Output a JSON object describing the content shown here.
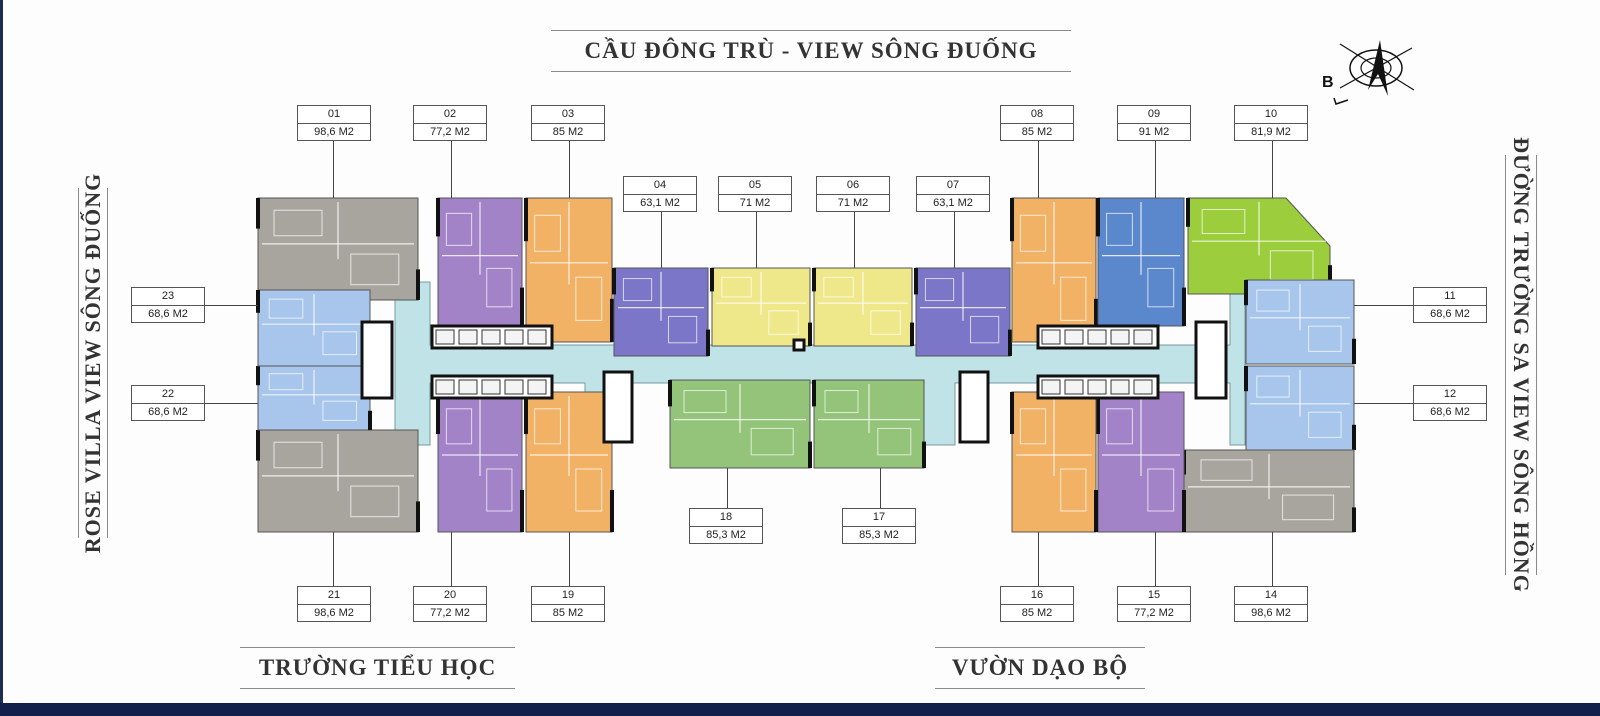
{
  "headings": {
    "top": "CẦU ĐÔNG TRÙ - VIEW SÔNG ĐUỐNG",
    "left": "ROSE VILLA VIEW SÔNG ĐUỐNG",
    "right": "ĐƯỜNG TRƯỜNG SA VIEW SÔNG HỒNG",
    "bottom_left": "TRƯỜNG TIỂU HỌC",
    "bottom_right": "VƯỜN DẠO BỘ"
  },
  "compass": {
    "letter": "B"
  },
  "units": [
    {
      "number": "01",
      "area": "98,6 M2",
      "color": "#a7a59d"
    },
    {
      "number": "02",
      "area": "77,2 M2",
      "color": "#a383c8"
    },
    {
      "number": "03",
      "area": "85 M2",
      "color": "#f2b266"
    },
    {
      "number": "04",
      "area": "63,1 M2",
      "color": "#7b76c7"
    },
    {
      "number": "05",
      "area": "71 M2",
      "color": "#eee88a"
    },
    {
      "number": "06",
      "area": "71 M2",
      "color": "#eee88a"
    },
    {
      "number": "07",
      "area": "63,1 M2",
      "color": "#7b76c7"
    },
    {
      "number": "08",
      "area": "85 M2",
      "color": "#f2b266"
    },
    {
      "number": "09",
      "area": "91 M2",
      "color": "#5b88cc"
    },
    {
      "number": "10",
      "area": "81,9 M2",
      "color": "#9ccd3c"
    },
    {
      "number": "11",
      "area": "68,6 M2",
      "color": "#a8c5eb"
    },
    {
      "number": "12",
      "area": "68,6 M2",
      "color": "#a8c5eb"
    },
    {
      "number": "14",
      "area": "98,6 M2",
      "color": "#a7a59d"
    },
    {
      "number": "15",
      "area": "77,2 M2",
      "color": "#a383c8"
    },
    {
      "number": "16",
      "area": "85 M2",
      "color": "#f2b266"
    },
    {
      "number": "17",
      "area": "85,3 M2",
      "color": "#93c47a"
    },
    {
      "number": "18",
      "area": "85,3 M2",
      "color": "#93c47a"
    },
    {
      "number": "19",
      "area": "85 M2",
      "color": "#f2b266"
    },
    {
      "number": "20",
      "area": "77,2 M2",
      "color": "#a383c8"
    },
    {
      "number": "21",
      "area": "98,6 M2",
      "color": "#a7a59d"
    },
    {
      "number": "22",
      "area": "68,6 M2",
      "color": "#a8c5eb"
    },
    {
      "number": "23",
      "area": "68,6 M2",
      "color": "#a8c5eb"
    }
  ],
  "colors": {
    "corridor": "#bfe3e6",
    "wall": "#111111",
    "core": "#ffffff"
  }
}
